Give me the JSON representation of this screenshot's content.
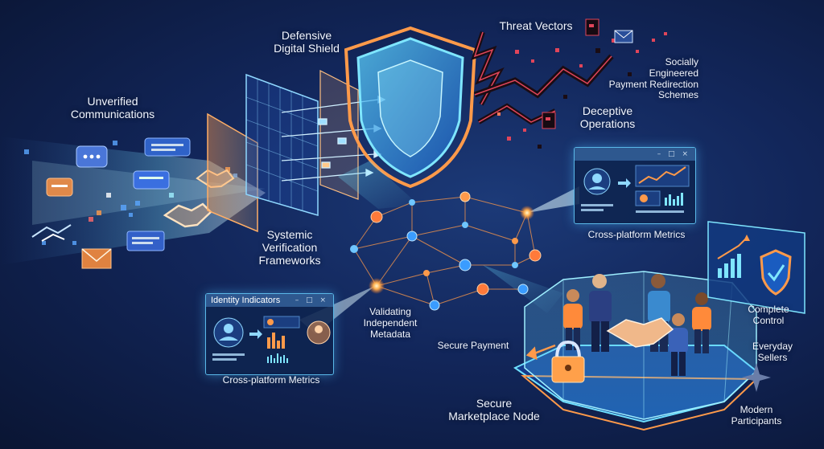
{
  "labels": {
    "unverified": [
      "Unverified",
      "Communications"
    ],
    "shield": [
      "Defensive",
      "Digital Shield"
    ],
    "threat_vectors": "Threat Vectors",
    "socially": [
      "Socially",
      "Engineered",
      "Payment Redirection",
      "Schemes"
    ],
    "deceptive": [
      "Deceptive",
      "Operations"
    ],
    "systemic": [
      "Systemic",
      "Verification",
      "Frameworks"
    ],
    "validating": [
      "Validating",
      "Independent",
      "Metadata"
    ],
    "secure_payment": "Secure Payment",
    "secure_node": [
      "Secure",
      "Marketplace Node"
    ],
    "complete_control": [
      "Complete",
      "Control"
    ],
    "everyday_sellers": [
      "Everyday",
      "Sellers"
    ],
    "modern_participants": [
      "Modern",
      "Participants"
    ]
  },
  "windows": {
    "identity": {
      "title": "Identity Indicators",
      "caption": "Cross-platform Metrics",
      "controls": "– □ ×"
    },
    "metrics": {
      "title": "",
      "caption": "Cross-platform Metrics",
      "controls": "– □ ×"
    }
  },
  "icons": {
    "chat": "chat-bubble-icon",
    "handshake": "handshake-icon",
    "envelope": "envelope-icon",
    "shield": "shield-icon",
    "padlock": "padlock-icon",
    "checkmark": "checkmark-shield-icon",
    "person": "person-avatar-icon",
    "crypto": "crypto-coin-icon"
  },
  "colors": {
    "background": "#12265a",
    "accent_cyan": "#4fd4ff",
    "accent_orange": "#ff8a3a",
    "threat_red": "#e0455a",
    "text": "#f2f6ff"
  }
}
